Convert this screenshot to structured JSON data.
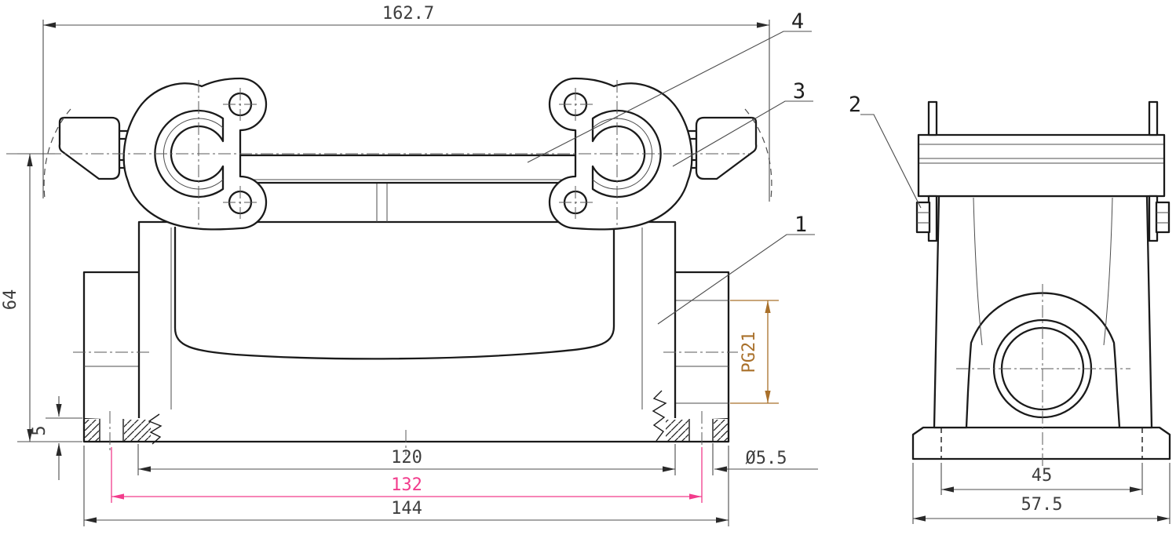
{
  "drawing": {
    "type": "engineering-drawing",
    "dims": {
      "overall_width": "162.7",
      "overall_height": "64",
      "foot_height": "5",
      "body_width": "120",
      "hole_spacing": "132",
      "base_width": "144",
      "hole_diameter": "Ø5.5",
      "cable_entry": "PG21",
      "side_hole_spacing": "45",
      "side_base_width": "57.5"
    },
    "callouts": {
      "one": "1",
      "two": "2",
      "three": "3",
      "four": "4"
    },
    "colors": {
      "line_black": "#1a1a1a",
      "highlight_pink": "#f23c8c",
      "thread_orange": "#a9702a"
    }
  }
}
